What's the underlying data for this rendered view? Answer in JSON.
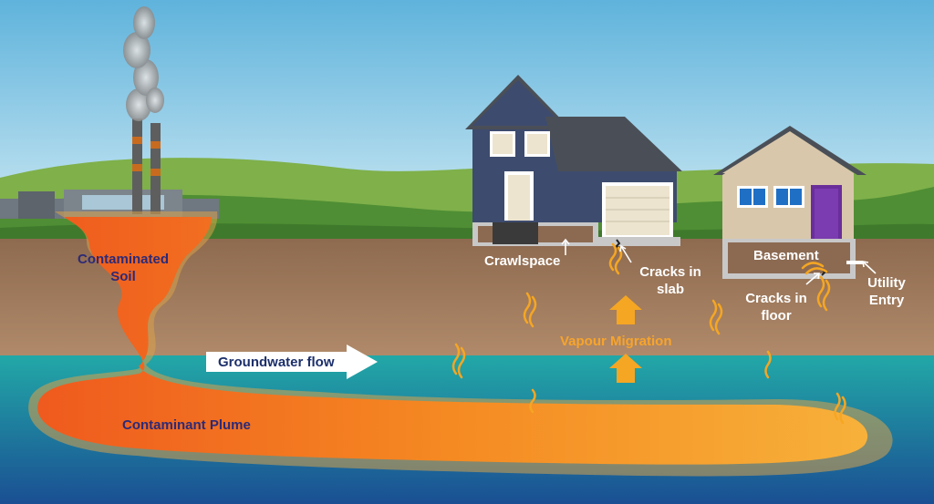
{
  "labels": {
    "contaminated_soil": [
      "Contaminated",
      "Soil"
    ],
    "crawlspace": "Crawlspace",
    "cracks_in_slab": [
      "Cracks in",
      "slab"
    ],
    "basement": "Basement",
    "utility_entry": [
      "Utility",
      "Entry"
    ],
    "cracks_in_floor": [
      "Cracks in",
      "floor"
    ],
    "vapour_migration": "Vapour Migration",
    "groundwater_flow": "Groundwater flow",
    "contaminant_plume": "Contaminant Plume"
  },
  "colors": {
    "sky_top": "#5fb3dc",
    "sky_bottom": "#d8eef5",
    "hills": "#5d9a3a",
    "soil": "#a57d60",
    "groundwater": "#22a5a8",
    "plume": "#f47b20",
    "vapour": "#f5a623",
    "house_blue": "#3d4b6e",
    "house_tan": "#d9c7ab",
    "door_purple": "#6a2e9b"
  }
}
